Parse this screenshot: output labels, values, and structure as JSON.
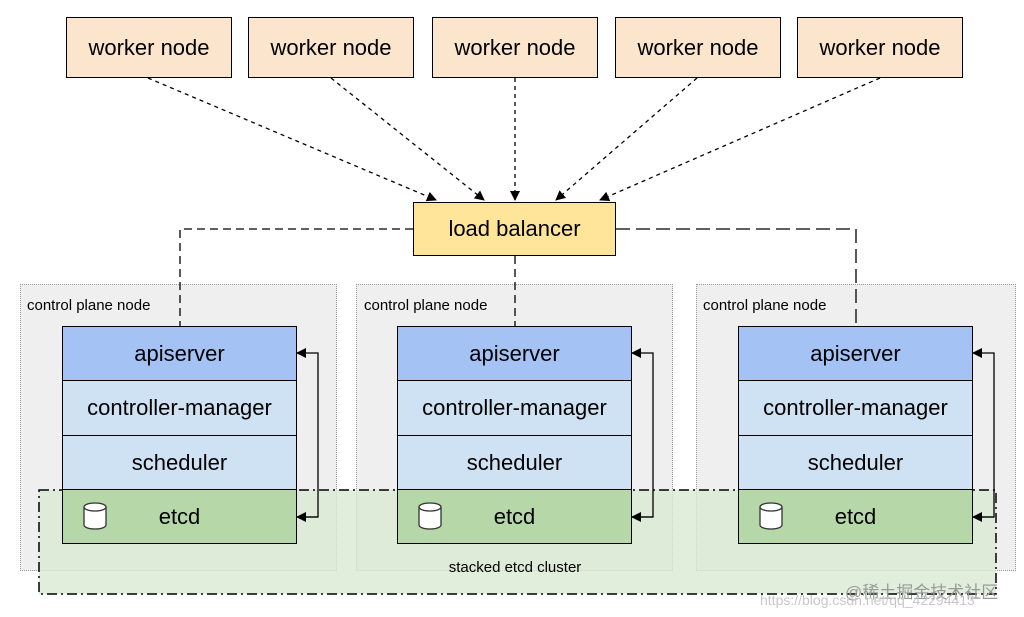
{
  "workers": [
    "worker node",
    "worker node",
    "worker node",
    "worker node",
    "worker node"
  ],
  "load_balancer": "load balancer",
  "control_plane_label": "control plane node",
  "components": {
    "apiserver": "apiserver",
    "controller_manager": "controller-manager",
    "scheduler": "scheduler",
    "etcd": "etcd"
  },
  "cluster_label": "stacked etcd cluster",
  "watermark": {
    "site": "@稀土掘金技术社区",
    "url": "https://blog.csdn.net/qq_42294413"
  },
  "colors": {
    "worker": "#fce5cd",
    "load_balancer": "#ffe599",
    "apiserver": "#a4c2f4",
    "controller_scheduler": "#cfe2f3",
    "etcd": "#b6d7a8",
    "cluster_bg": "#d9ead3",
    "control_plane_bg": "#efefef"
  }
}
